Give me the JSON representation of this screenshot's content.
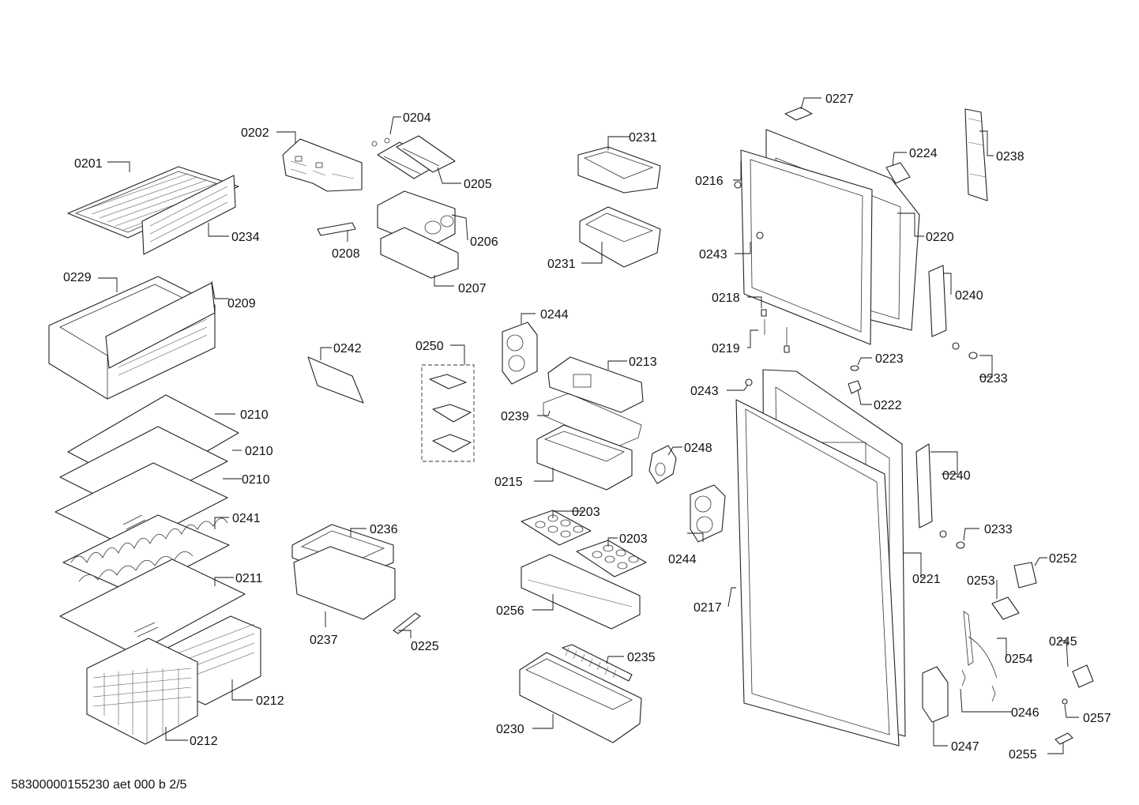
{
  "footer": "58300000155230 aet 000 b 2/5",
  "labels": {
    "p0201": "0201",
    "p0202": "0202",
    "p0203a": "0203",
    "p0203b": "0203",
    "p0204": "0204",
    "p0205": "0205",
    "p0206": "0206",
    "p0207": "0207",
    "p0208": "0208",
    "p0209": "0209",
    "p0210a": "0210",
    "p0210b": "0210",
    "p0210c": "0210",
    "p0211": "0211",
    "p0212a": "0212",
    "p0212b": "0212",
    "p0213": "0213",
    "p0215": "0215",
    "p0216": "0216",
    "p0217": "0217",
    "p0218": "0218",
    "p0219": "0219",
    "p0220": "0220",
    "p0221": "0221",
    "p0222": "0222",
    "p0223": "0223",
    "p0224": "0224",
    "p0225": "0225",
    "p0227": "0227",
    "p0229": "0229",
    "p0230": "0230",
    "p0231a": "0231",
    "p0231b": "0231",
    "p0233a": "0233",
    "p0233b": "0233",
    "p0234": "0234",
    "p0235": "0235",
    "p0236": "0236",
    "p0237": "0237",
    "p0238": "0238",
    "p0239": "0239",
    "p0240a": "0240",
    "p0240b": "0240",
    "p0241": "0241",
    "p0242": "0242",
    "p0243a": "0243",
    "p0243b": "0243",
    "p0244a": "0244",
    "p0244b": "0244",
    "p0245": "0245",
    "p0246": "0246",
    "p0247": "0247",
    "p0248": "0248",
    "p0250": "0250",
    "p0252": "0252",
    "p0253": "0253",
    "p0254": "0254",
    "p0255": "0255",
    "p0256": "0256",
    "p0257": "0257"
  }
}
